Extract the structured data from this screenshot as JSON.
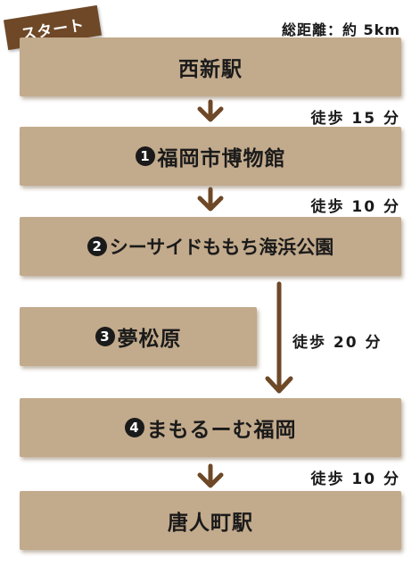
{
  "start_tag": "スタート",
  "total_distance": "総距離：約 5km",
  "stops": [
    {
      "label": "西新駅",
      "number": ""
    },
    {
      "label": "福岡市博物館",
      "number": "1"
    },
    {
      "label": "シーサイドももち海浜公園",
      "number": "2"
    },
    {
      "label": "夢松原",
      "number": "3"
    },
    {
      "label": "まもるーむ福岡",
      "number": "4"
    },
    {
      "label": "唐人町駅",
      "number": ""
    }
  ],
  "walks": [
    {
      "text": "徒歩 15 分"
    },
    {
      "text": "徒歩 10 分"
    },
    {
      "text": "徒歩 20 分"
    },
    {
      "text": "徒歩 10 分"
    }
  ],
  "colors": {
    "box": "#c2aa8c",
    "arrow": "#6e4827",
    "tag": "#6e4827",
    "text": "#1a1a1a"
  }
}
